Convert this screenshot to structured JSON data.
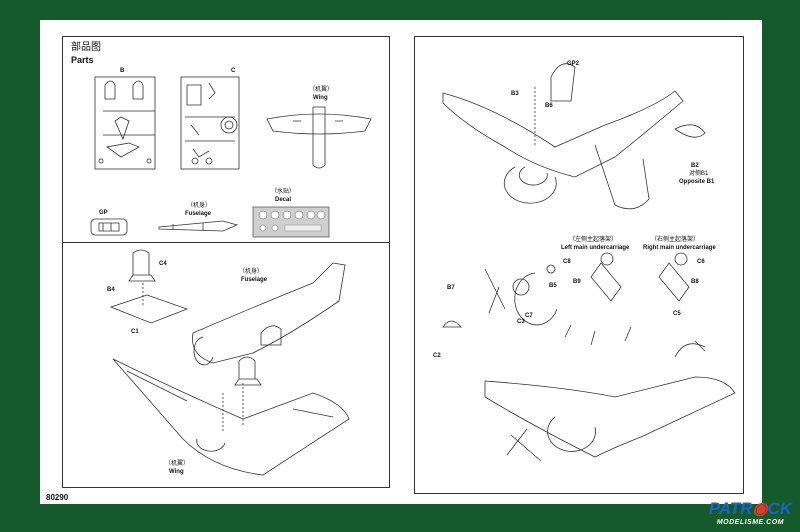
{
  "parts_panel": {
    "title_cn": "部品图",
    "title_en": "Parts",
    "sprue_b": "B",
    "sprue_c": "C",
    "wing_cn": "（机翼）",
    "wing_en": "Wing",
    "decal_cn": "（水贴）",
    "decal_en": "Decal",
    "gp": "GP",
    "fuselage_cn": "（机身）",
    "fuselage_en": "Fuselage"
  },
  "step1": {
    "c4": "C4",
    "b4": "B4",
    "c1": "C1",
    "fuselage_cn": "（机身）",
    "fuselage_en": "Fuselage",
    "wing_cn": "（机翼）",
    "wing_en": "Wing"
  },
  "step2": {
    "gp2": "GP2",
    "b3": "B3",
    "b6": "B6",
    "b2": "B2",
    "opposite_cn": "对侧B1",
    "opposite_en": "Opposite B1",
    "left_cn": "（左侧主起落架）",
    "left_en": "Left main undercarriage",
    "right_cn": "（右侧主起落架）",
    "right_en": "Right main undercarriage",
    "c8_left": "C8",
    "b9": "B9",
    "c6": "C6",
    "b8": "B8",
    "b7": "B7",
    "b5": "B5",
    "c3": "C3",
    "c7": "C7",
    "c2": "C2",
    "c5": "C5"
  },
  "footer": {
    "code": "80290"
  },
  "watermark": {
    "line1_a": "PATR",
    "line1_b": "CK",
    "line2": "MODELISME.COM"
  },
  "colors": {
    "background": "#155a2a",
    "paper": "#ffffff",
    "line": "#333333"
  }
}
